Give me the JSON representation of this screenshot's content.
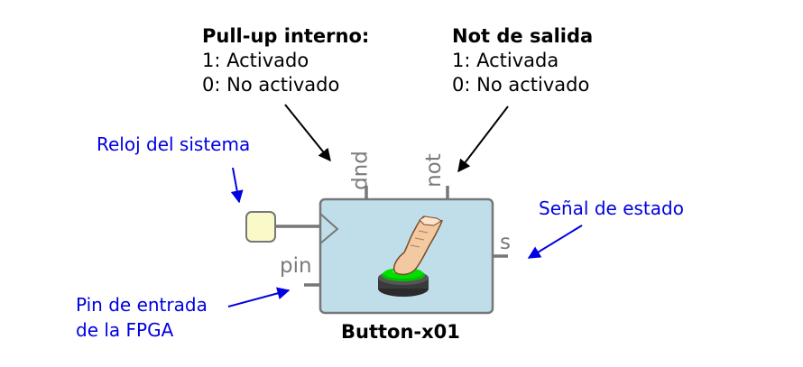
{
  "annotations": {
    "pullup": {
      "title": "Pull-up interno:",
      "line1": "1: Activado",
      "line2": "0: No activado"
    },
    "not_out": {
      "title": "Not de salida",
      "line1": "1: Activada",
      "line2": "0: No activado"
    },
    "clock": "Reloj del sistema",
    "state": "Señal de estado",
    "pin_line1": "Pin de entrada",
    "pin_line2": "de la FPGA"
  },
  "block": {
    "name": "Button-x01",
    "port_pup": "pup",
    "port_not": "not",
    "port_pin": "pin",
    "port_s": "s"
  },
  "colors": {
    "block_fill": "#c0dee9",
    "block_stroke": "#777777",
    "clock_fill": "#fafac8",
    "annotation_blue": "#0000e0",
    "button_green": "#00e000"
  },
  "icons": [
    "finger-pressing-button-icon"
  ]
}
